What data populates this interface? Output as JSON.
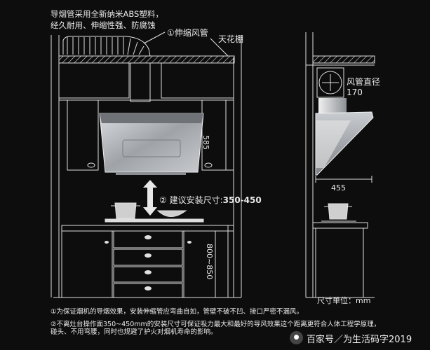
{
  "texts": {
    "intro_line1": "导烟管采用全新纳米ABS塑料，",
    "intro_line2": "经久耐用、伸缩性强、防腐蚀",
    "duct_label": "①伸缩风管",
    "ceiling_label": "天花棚",
    "height_label_prefix": "② 建议安装尺寸:",
    "height_label_value": "350-450",
    "dim_585": "585",
    "dim_800": "800~850",
    "diam_label_1": "风管直径",
    "diam_label_2": "170",
    "dim_455": "455",
    "unit_label": "尺寸单位：mm",
    "note1": "①为保证烟机的导烟效果，安装伸缩管应弯曲自如，管壁不破不凹、接口严密不漏风。",
    "note2_line1": "②不离灶台操作面350~450mm的安装尺寸可保证吸力最大和最好的导风效果这个距离更符合人体工程学原理，",
    "note2_line2": "碰头、不用弯腰，同时也规避了护火对烟机寿命的影响。",
    "watermark": "百家号／为生活码字2019"
  },
  "colors": {
    "background": "#0d0d0d",
    "line": "#e0e0e0",
    "hood_steel": "#b9bcc0",
    "hood_glass": "#9da2a8"
  },
  "icons": {
    "badge": "author-avatar-icon"
  }
}
